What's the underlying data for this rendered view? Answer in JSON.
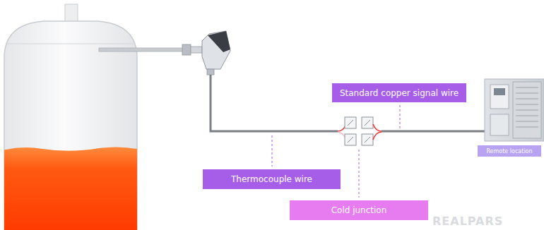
{
  "diagram": {
    "nodes": [
      {
        "text": [
          "Standard copper signal wire"
        ]
      },
      {
        "text": [
          "Remote location"
        ]
      },
      {
        "text": [
          "Thermocouple wire"
        ]
      },
      {
        "text": [
          "Cold junction"
        ]
      }
    ],
    "labels": [
      "REALPARS"
    ]
  }
}
